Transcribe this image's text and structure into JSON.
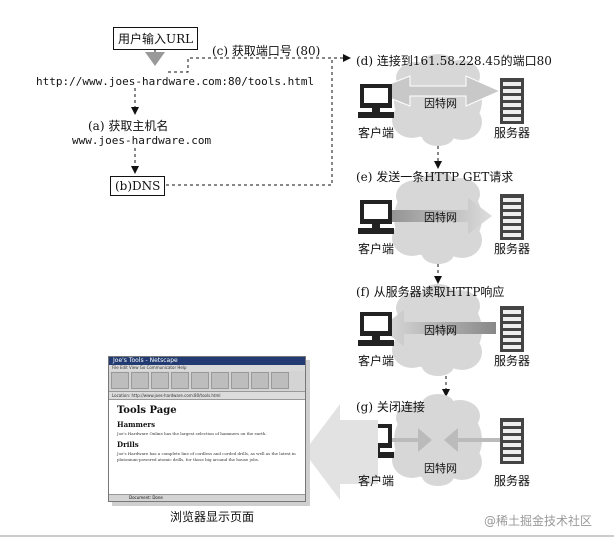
{
  "input_label": "用户输入URL",
  "url": "http://www.joes-hardware.com:80/tools.html",
  "step_a": "(a) 获取主机名",
  "hostname": "www.joes-hardware.com",
  "dns": "(b)DNS",
  "step_c": "(c) 获取端口号 (80)",
  "step_d": "(d) 连接到161.58.228.45的端口80",
  "step_e": "(e) 发送一条HTTP GET请求",
  "step_f": "(f) 从服务器读取HTTP响应",
  "step_g": "(g) 关闭连接",
  "client": "客户端",
  "server": "服务器",
  "internet": "因特网",
  "browser_caption": "浏览器显示页面",
  "watermark": "@稀土掘金技术社区",
  "browser": {
    "title": "Joe's Tools - Netscape",
    "menu": "File  Edit  View  Go  Communicator  Help",
    "location": "Location: http://www.joes-hardware.com:80/tools.html",
    "page_title": "Tools Page",
    "h_hammers": "Hammers",
    "p_hammers": "Joe's Hardware Online has the largest selection of hammers on the earth.",
    "h_drills": "Drills",
    "p_drills": "Joe's Hardware has a complete line of cordless and corded drills, as well as the latest in plutonium-powered atomic drills, for those big around the house jobs.",
    "status": "Document: Done"
  }
}
